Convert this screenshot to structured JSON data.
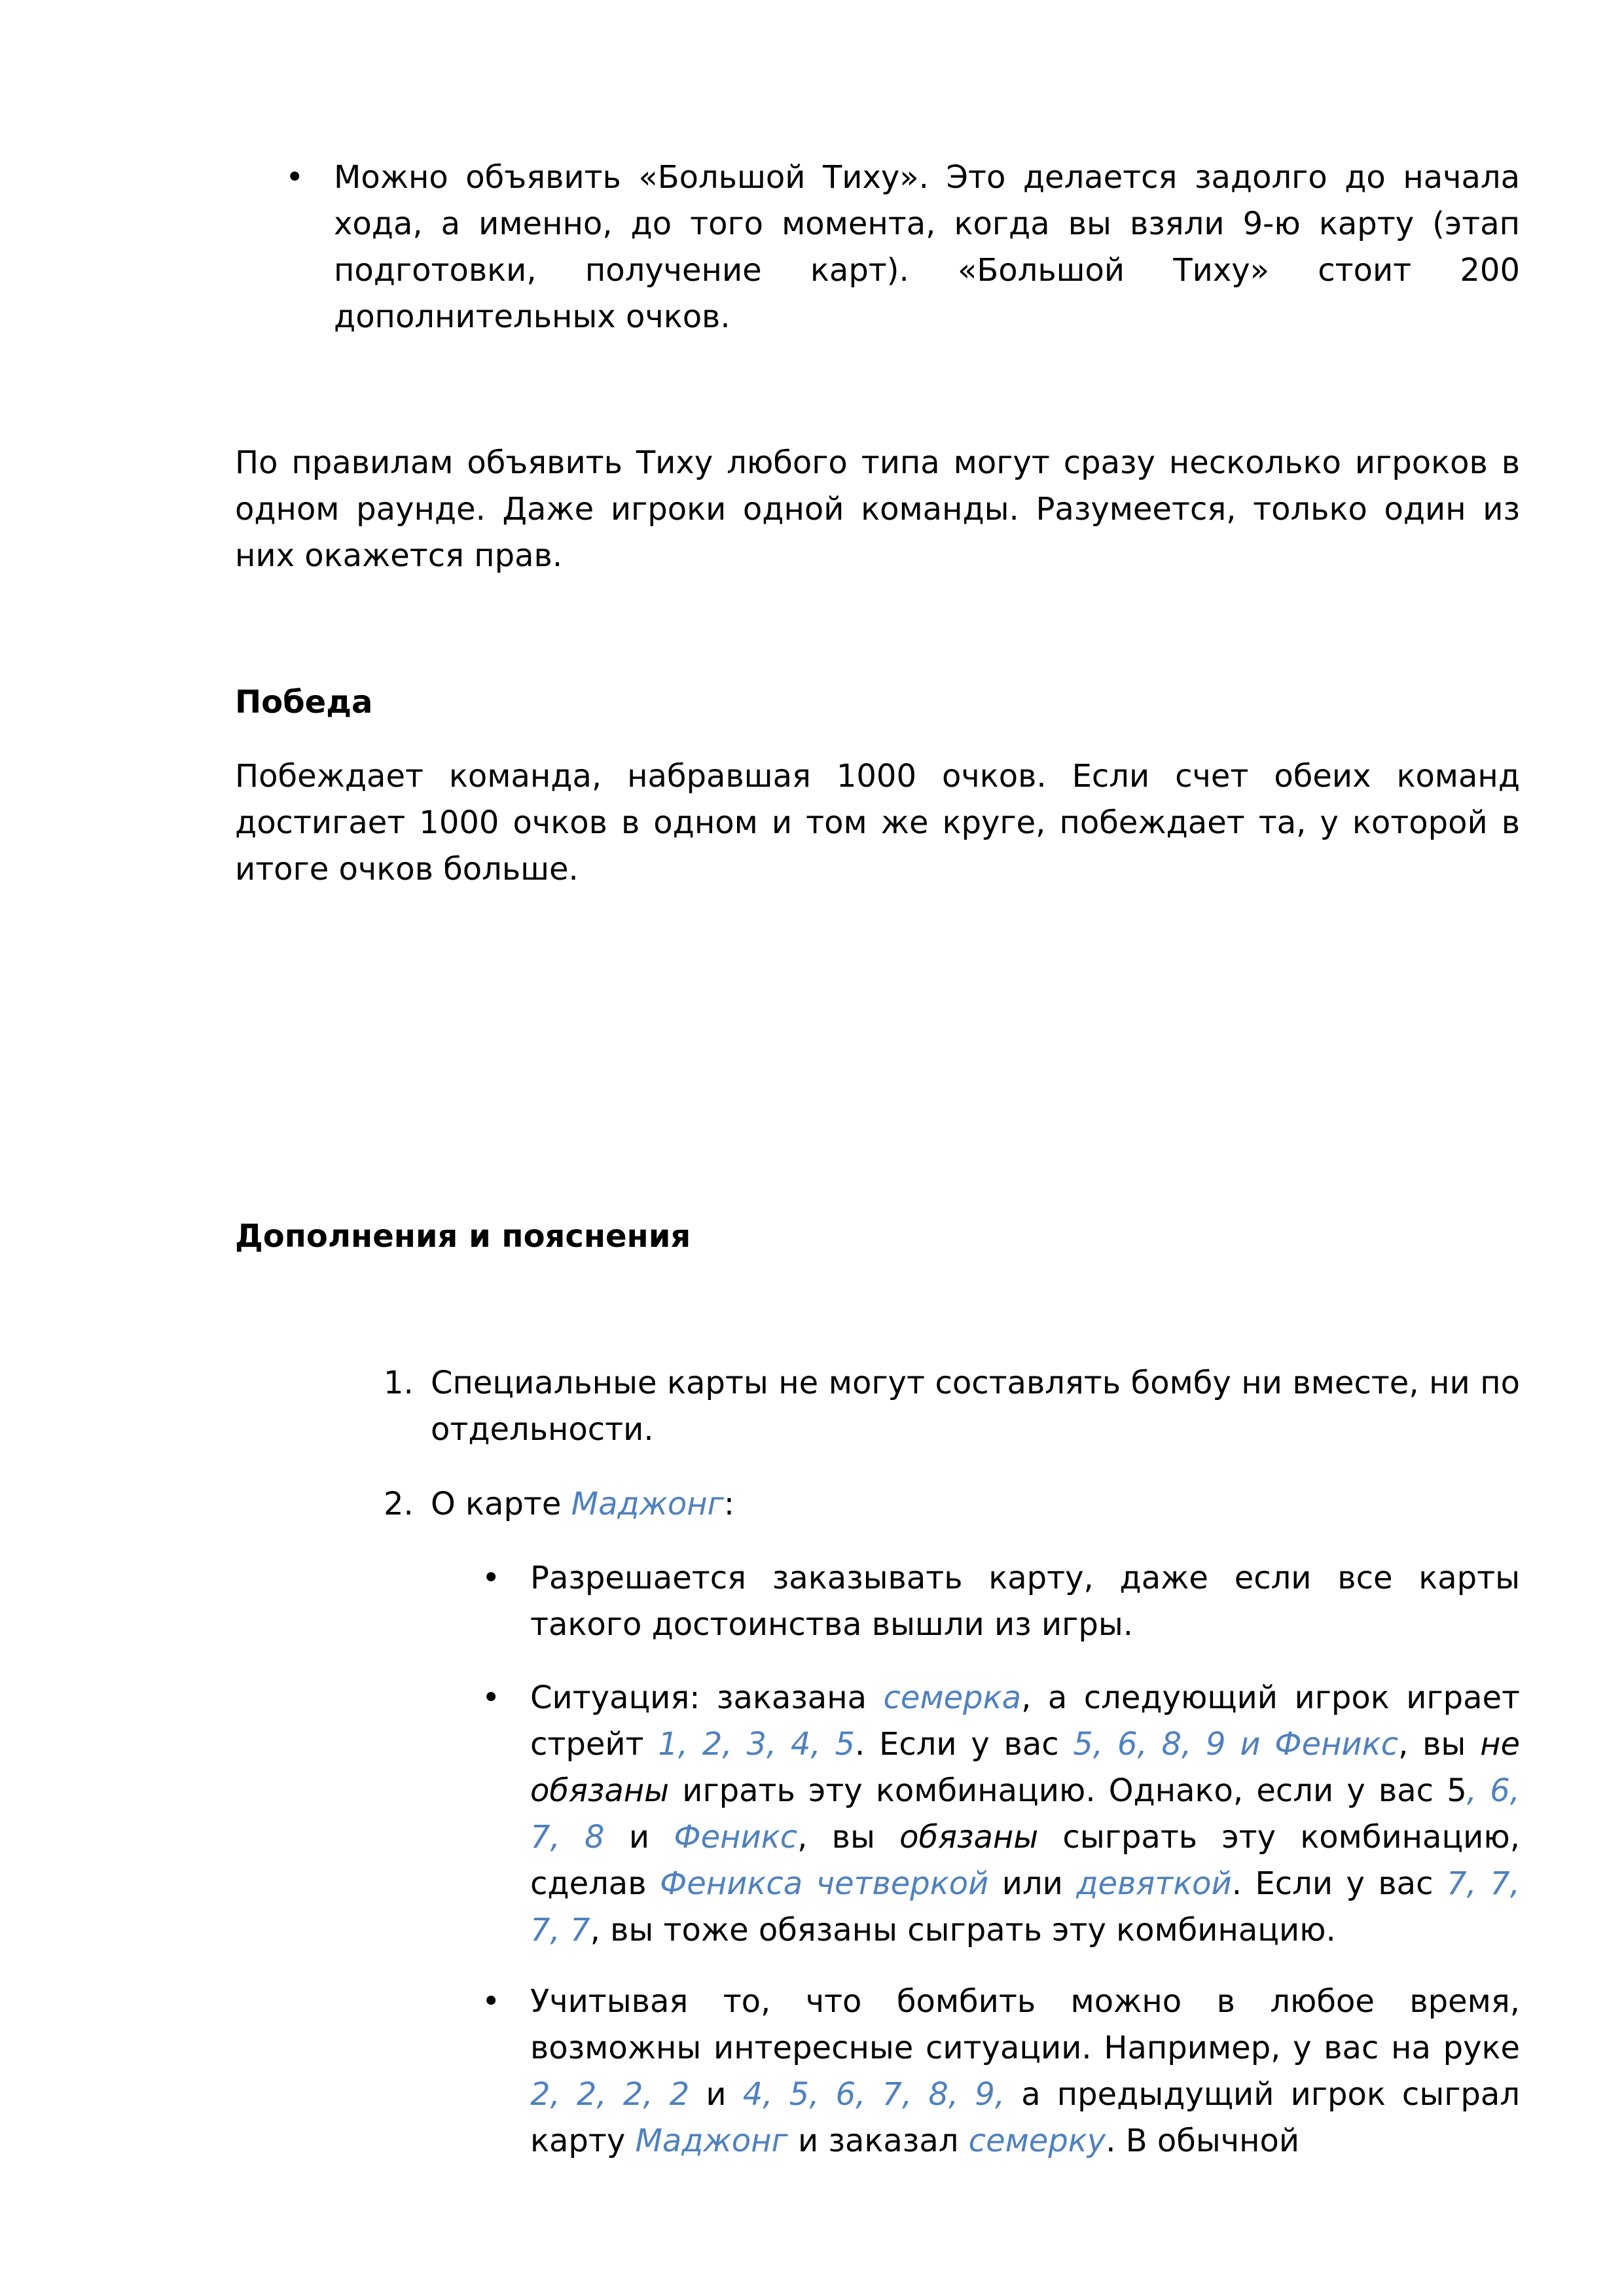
{
  "bullet_top": {
    "marker": "•",
    "segments": [
      {
        "t": "Можно объявить «Большой Тиху». Это делается задолго до начала хода, а именно, до того момента, когда вы взяли 9-ю карту (этап подготовки, получение карт). «Большой Тиху» стоит 200 дополнительных очков."
      }
    ]
  },
  "para_tichu": {
    "segments": [
      {
        "t": "По правилам объявить Тиху любого типа могут сразу несколько игроков в одном раунде. Даже игроки одной команды. Разумеется, только один из них окажется прав."
      }
    ]
  },
  "victory": {
    "heading": "Победа",
    "segments": [
      {
        "t": "Побеждает команда, набравшая 1000 очков. Если счет обеих команд достигает 1000 очков в одном и том же круге, побеждает та, у которой в итоге очков больше."
      }
    ]
  },
  "additions": {
    "heading": "Дополнения и пояснения",
    "item1": {
      "marker": "1.",
      "segments": [
        {
          "t": "Специальные карты не могут составлять бомбу ни вместе, ни по отдельности."
        }
      ]
    },
    "item2": {
      "marker": "2.",
      "segments": [
        {
          "t": "О карте "
        },
        {
          "t": "Маджонг",
          "s": "link"
        },
        {
          "t": ":"
        }
      ]
    },
    "sub1": {
      "marker": "•",
      "segments": [
        {
          "t": "Разрешается заказывать карту, даже если все карты такого достоинства вышли из игры."
        }
      ]
    },
    "sub2": {
      "marker": "•",
      "segments": [
        {
          "t": "Ситуация: заказана "
        },
        {
          "t": "семерка",
          "s": "link"
        },
        {
          "t": ", а следующий игрок играет стрейт "
        },
        {
          "t": "1, 2, 3, 4, 5",
          "s": "link"
        },
        {
          "t": ". Если у вас "
        },
        {
          "t": "5, 6, 8, 9 и Феникс",
          "s": "link"
        },
        {
          "t": ", вы "
        },
        {
          "t": "не обязаны",
          "s": "it"
        },
        {
          "t": " играть эту комбинацию. Однако, если у вас 5"
        },
        {
          "t": ", 6, 7, 8",
          "s": "link"
        },
        {
          "t": " и "
        },
        {
          "t": "Феникс",
          "s": "link"
        },
        {
          "t": ", вы "
        },
        {
          "t": "обязаны",
          "s": "it"
        },
        {
          "t": " сыграть эту комбинацию, сделав "
        },
        {
          "t": "Феникса четверкой",
          "s": "link"
        },
        {
          "t": " или "
        },
        {
          "t": "девяткой",
          "s": "link"
        },
        {
          "t": ". Если у вас "
        },
        {
          "t": "7, 7, 7, 7",
          "s": "link"
        },
        {
          "t": ", вы тоже обязаны сыграть эту комбинацию."
        }
      ]
    },
    "sub3": {
      "marker": "•",
      "segments": [
        {
          "t": "Учитывая то, что бомбить можно в любое время, возможны интересные ситуации. Например, у вас на руке "
        },
        {
          "t": "2, 2, 2, 2",
          "s": "link"
        },
        {
          "t": " и "
        },
        {
          "t": "4, 5, 6, 7, 8, 9,",
          "s": "link"
        },
        {
          "t": " а предыдущий игрок сыграл карту "
        },
        {
          "t": "Маджонг",
          "s": "link"
        },
        {
          "t": " и заказал "
        },
        {
          "t": "семерку",
          "s": "link"
        },
        {
          "t": ". В обычной"
        }
      ]
    }
  },
  "colors": {
    "link": "#4f81bd",
    "text": "#000000"
  }
}
